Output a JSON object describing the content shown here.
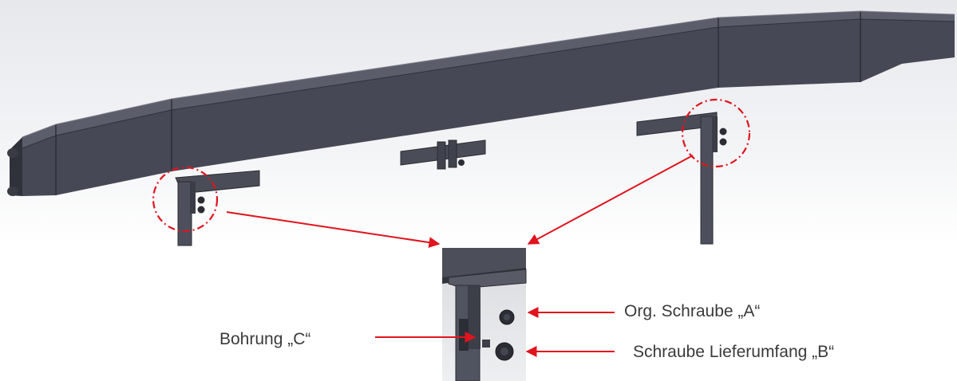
{
  "labels": {
    "screw_a": "Org. Schraube „A“",
    "screw_b": "Schraube Lieferumfang „B“",
    "hole_c": "Bohrung „C“"
  },
  "colors": {
    "beam": "#4a4d58",
    "beam_dark": "#383b45",
    "callout": "#e0141e",
    "background_top": "#e9ebee"
  }
}
